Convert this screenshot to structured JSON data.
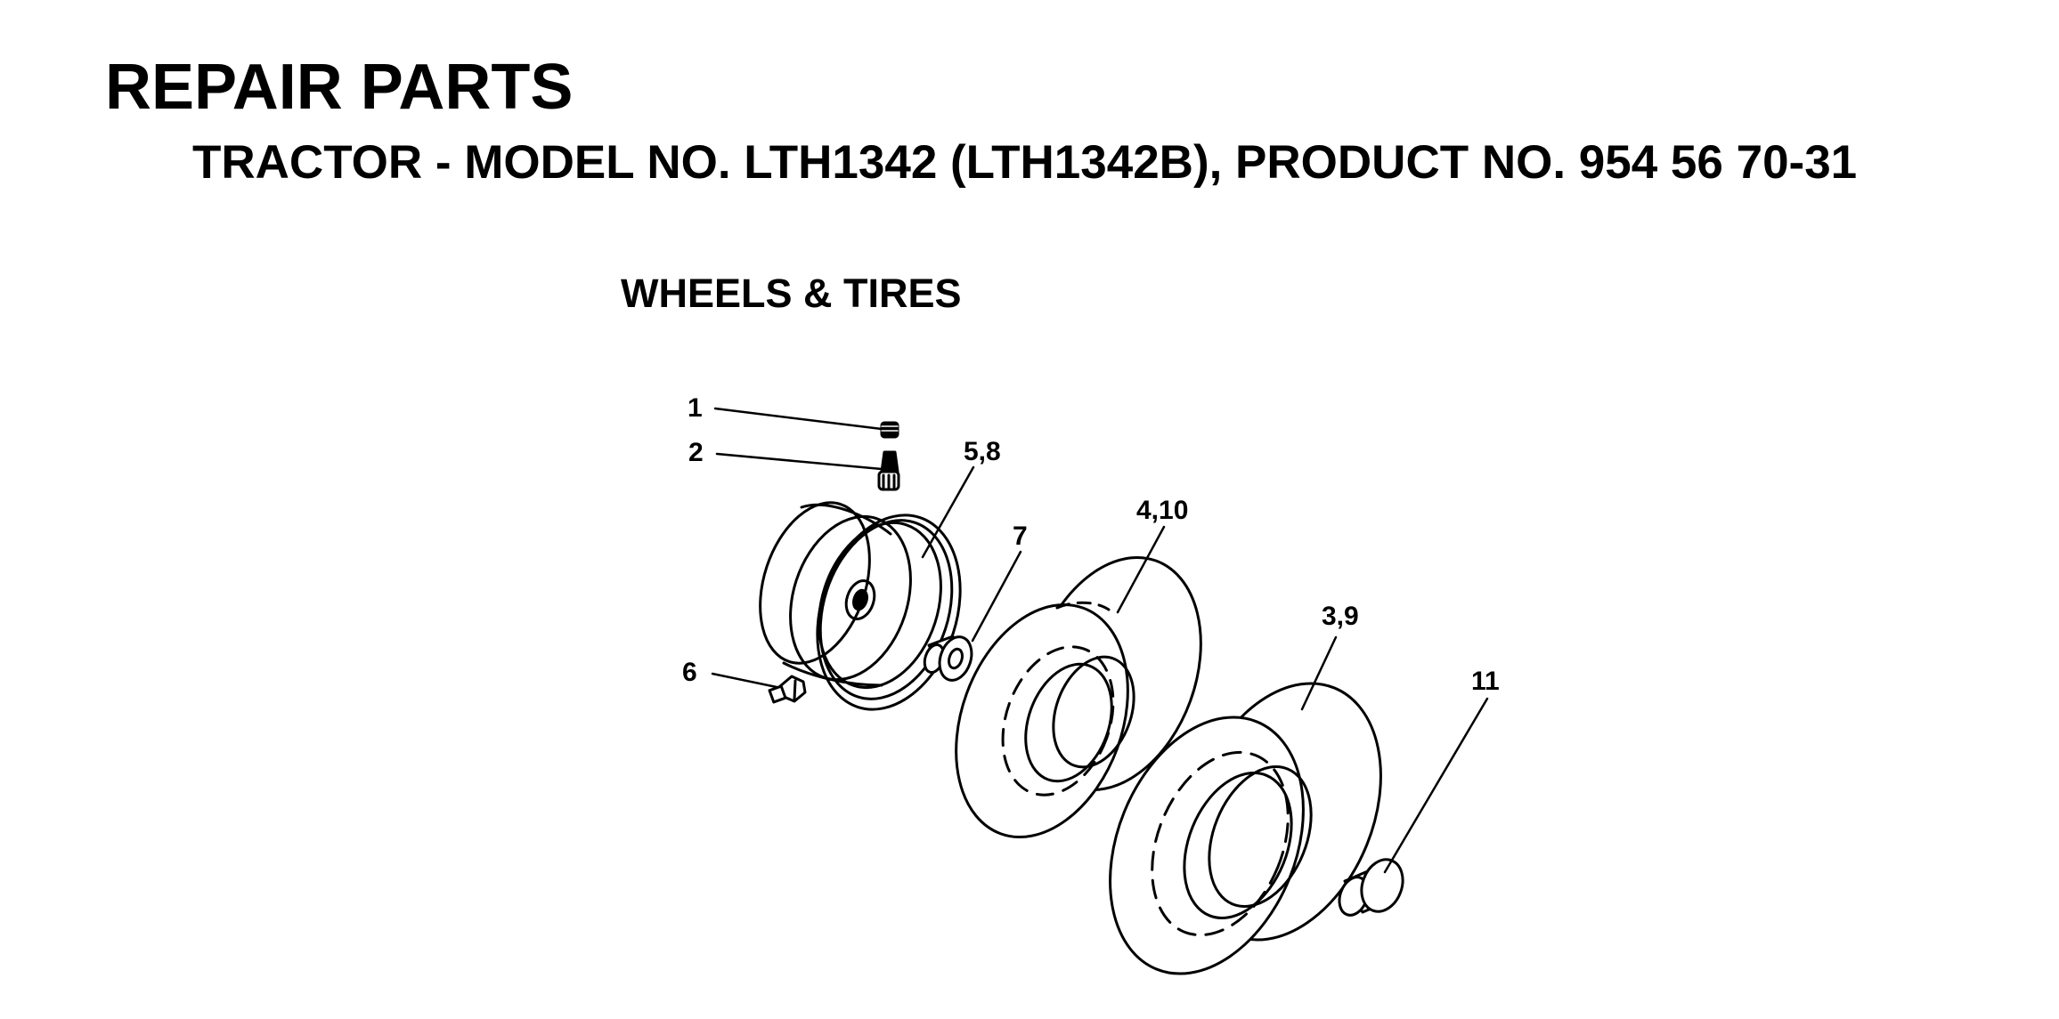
{
  "header": {
    "title": "REPAIR PARTS",
    "subtitle": "TRACTOR - MODEL NO. LTH1342 (LTH1342B), PRODUCT NO. 954 56 70-31"
  },
  "section": {
    "title": "WHEELS & TIRES"
  },
  "diagram": {
    "callouts": [
      "1",
      "2",
      "5,8",
      "7",
      "4,10",
      "3,9",
      "6",
      "11"
    ],
    "ink_color": "#000000",
    "background_color": "#ffffff"
  }
}
